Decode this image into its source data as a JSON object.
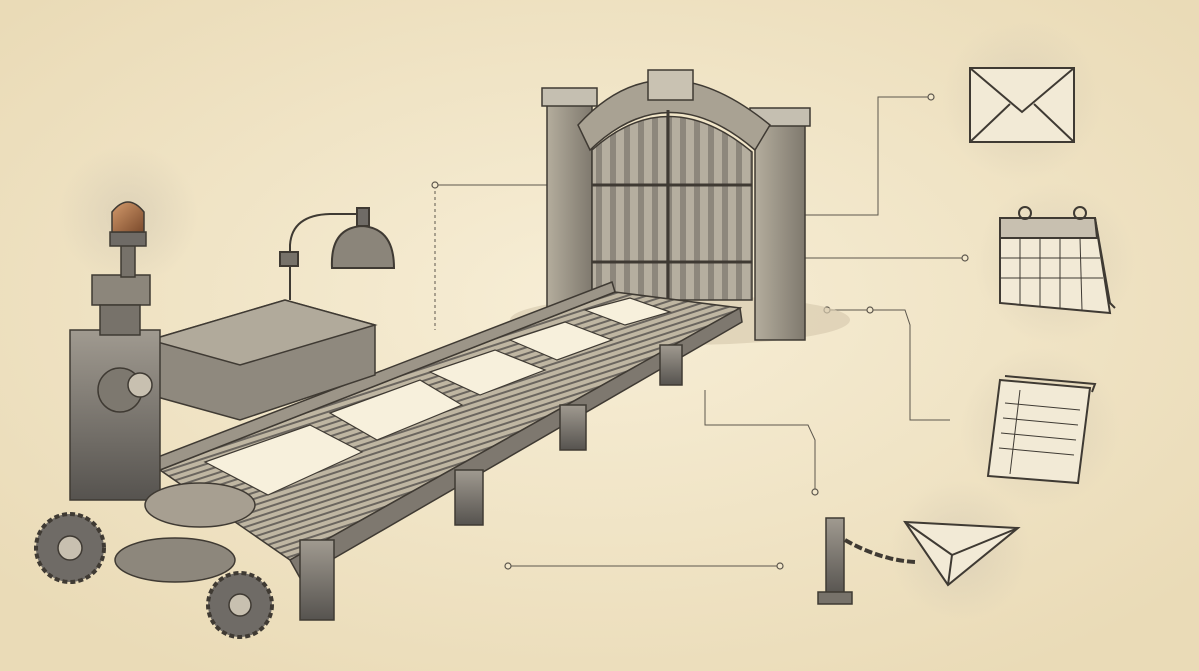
{
  "scene": {
    "icons": [
      {
        "name": "envelope-icon"
      },
      {
        "name": "calendar-icon"
      },
      {
        "name": "document-icon"
      },
      {
        "name": "paper-plane-icon"
      }
    ],
    "objects": [
      "document-conveyor-machine",
      "stone-archway-gate",
      "warning-beacon-lamp",
      "desk-lamp",
      "chained-bollard"
    ]
  },
  "colors": {
    "background": "#f3e8cc",
    "ink": "#3f3a33",
    "paper": "#f7f0dc",
    "stone": "#9b9486",
    "metal": "#6f6b66",
    "beacon": "#b06f42",
    "wood": "#5b5246"
  }
}
